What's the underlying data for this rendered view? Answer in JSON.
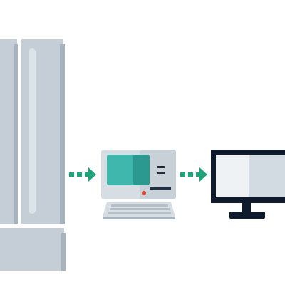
{
  "illustration": {
    "elements": [
      {
        "name": "server-tower",
        "icon": "server-rack-icon"
      },
      {
        "name": "arrow-1",
        "icon": "dashed-arrow-right-icon"
      },
      {
        "name": "retro-computer",
        "icon": "desktop-computer-icon"
      },
      {
        "name": "arrow-2",
        "icon": "dashed-arrow-right-icon"
      },
      {
        "name": "modern-monitor",
        "icon": "monitor-icon"
      }
    ],
    "colors": {
      "background": "#ffffff",
      "server_light": "#c5ced6",
      "server_dark": "#a7b3bd",
      "server_highlight": "#dde4e9",
      "arrow": "#1fa37a",
      "retro_body": "#d6dde3",
      "retro_screen": "#3fb7ad",
      "retro_screen_dark": "#2c9990",
      "retro_red_led": "#e0453a",
      "monitor_frame": "#0f1b2d",
      "monitor_screen_left": "#eef2f5",
      "monitor_screen_right": "#d3dbe2"
    }
  }
}
